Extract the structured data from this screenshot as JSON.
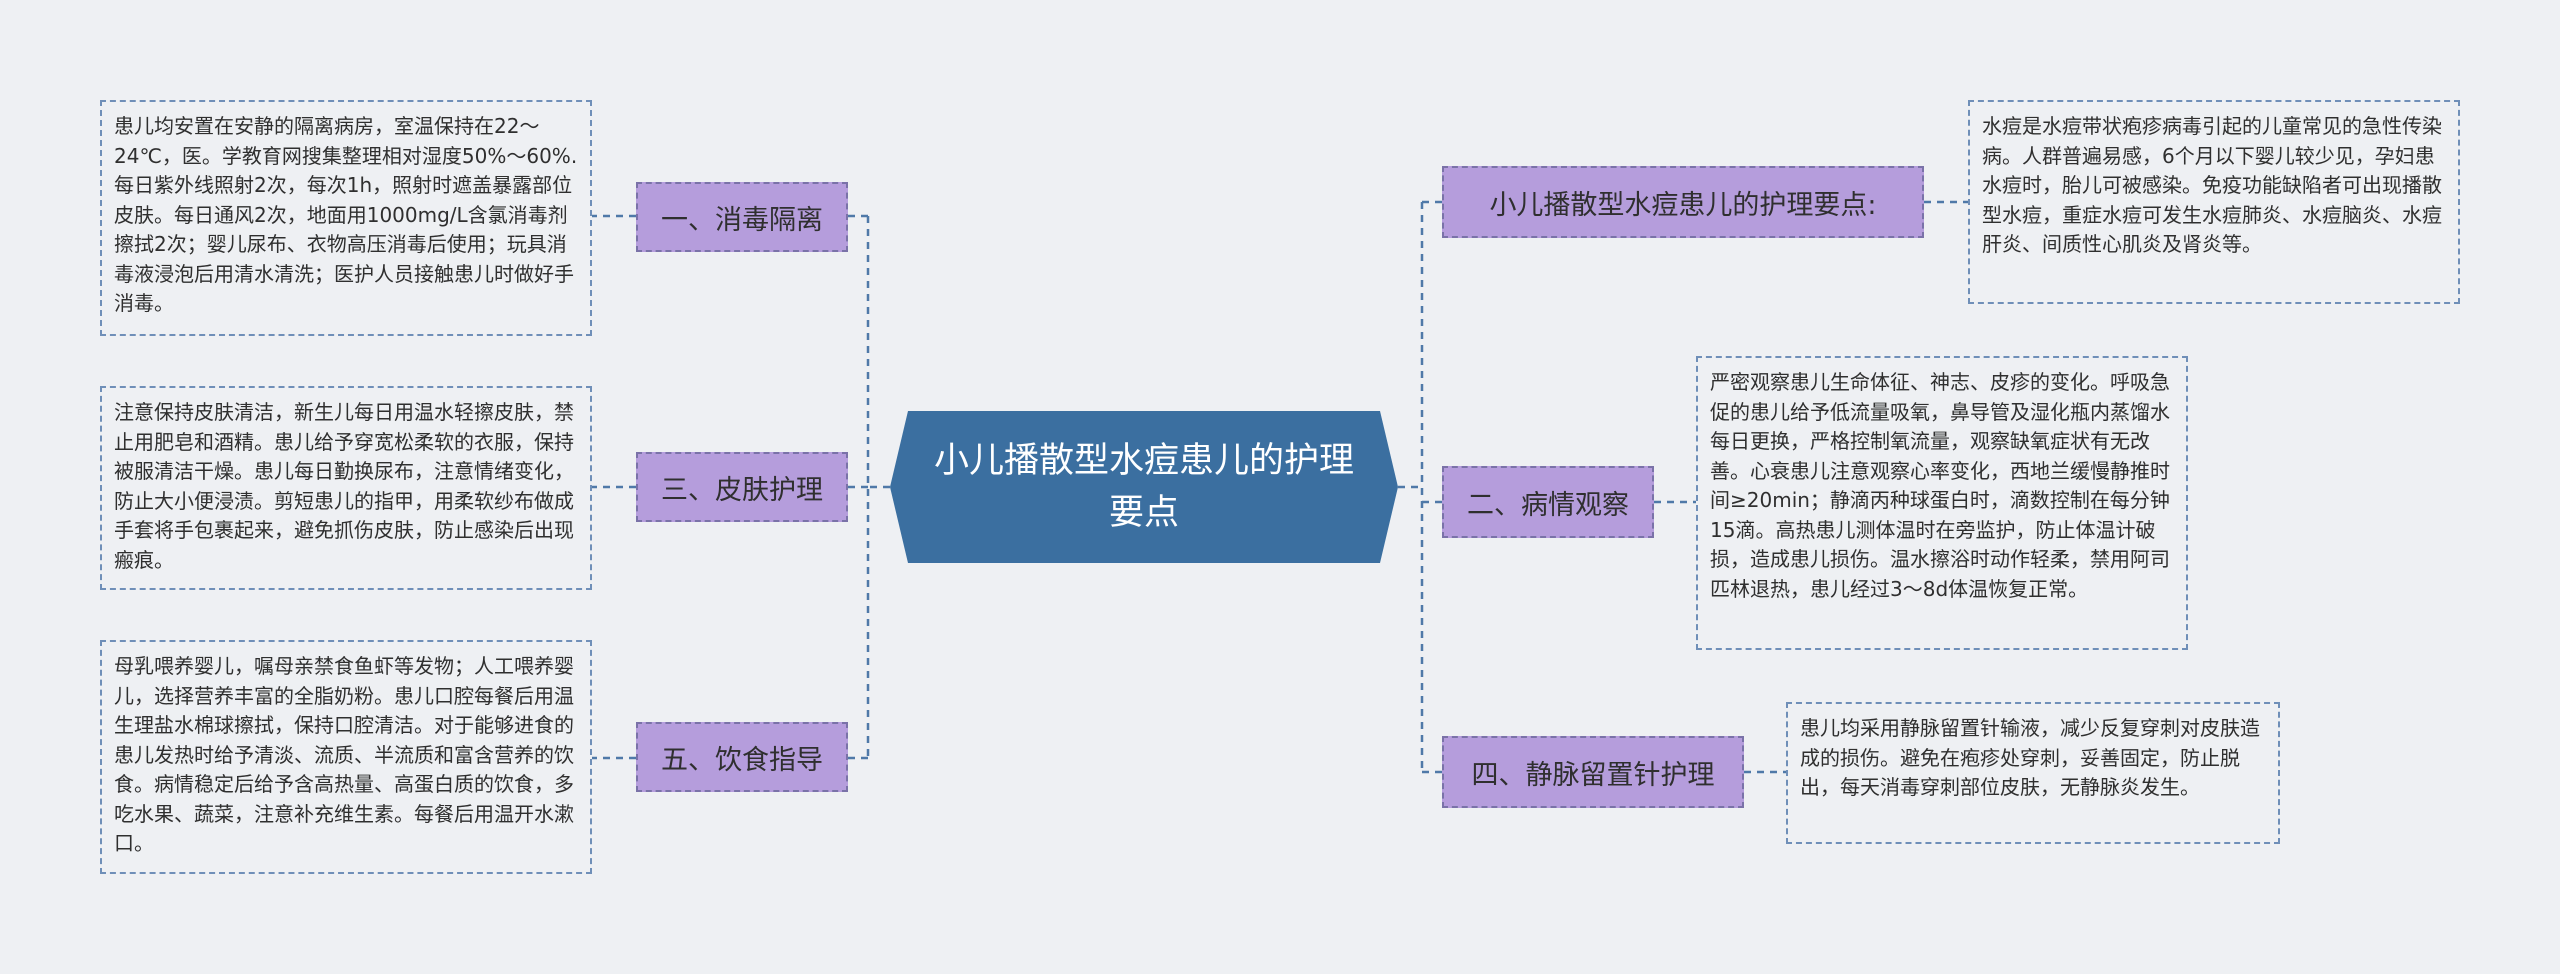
{
  "center": {
    "title": "小儿播散型水痘患儿的护理要点"
  },
  "left_branches": [
    {
      "label": "一、消毒隔离",
      "note": "患儿均安置在安静的隔离病房，室温保持在22～24℃，医。学教育网搜集整理相对湿度50%～60%.每日紫外线照射2次，每次1h，照射时遮盖暴露部位皮肤。每日通风2次，地面用1000mg/L含氯消毒剂擦拭2次；婴儿尿布、衣物高压消毒后使用；玩具消毒液浸泡后用清水清洗；医护人员接触患儿时做好手消毒。"
    },
    {
      "label": "三、皮肤护理",
      "note": "注意保持皮肤清洁，新生儿每日用温水轻擦皮肤，禁止用肥皂和酒精。患儿给予穿宽松柔软的衣服，保持被服清洁干燥。患儿每日勤换尿布，注意情绪变化，防止大小便浸渍。剪短患儿的指甲，用柔软纱布做成手套将手包裹起来，避免抓伤皮肤，防止感染后出现瘢痕。"
    },
    {
      "label": "五、饮食指导",
      "note": "母乳喂养婴儿，嘱母亲禁食鱼虾等发物；人工喂养婴儿，选择营养丰富的全脂奶粉。患儿口腔每餐后用温生理盐水棉球擦拭，保持口腔清洁。对于能够进食的患儿发热时给予清淡、流质、半流质和富含营养的饮食。病情稳定后给予含高热量、高蛋白质的饮食，多吃水果、蔬菜，注意补充维生素。每餐后用温开水漱口。"
    }
  ],
  "right_branches": [
    {
      "label": "小儿播散型水痘患儿的护理要点:",
      "note": "水痘是水痘带状疱疹病毒引起的儿童常见的急性传染病。人群普遍易感，6个月以下婴儿较少见，孕妇患水痘时，胎儿可被感染。免疫功能缺陷者可出现播散型水痘，重症水痘可发生水痘肺炎、水痘脑炎、水痘肝炎、间质性心肌炎及肾炎等。"
    },
    {
      "label": "二、病情观察",
      "note": "严密观察患儿生命体征、神志、皮疹的变化。呼吸急促的患儿给予低流量吸氧，鼻导管及湿化瓶内蒸馏水每日更换，严格控制氧流量，观察缺氧症状有无改善。心衰患儿注意观察心率变化，西地兰缓慢静推时间≥20min；静滴丙种球蛋白时，滴数控制在每分钟15滴。高热患儿测体温时在旁监护，防止体温计破损，造成患儿损伤。温水擦浴时动作轻柔，禁用阿司匹林退热，患儿经过3～8d体温恢复正常。"
    },
    {
      "label": "四、静脉留置针护理",
      "note": "患儿均采用静脉留置针输液，减少反复穿刺对皮肤造成的损伤。避免在疱疹处穿刺，妥善固定，防止脱出，每天消毒穿刺部位皮肤，无静脉炎发生。"
    }
  ],
  "colors": {
    "background": "#eef0f3",
    "center_fill": "#3b6fa0",
    "branch_fill": "#b59ddc",
    "branch_border": "#7a72a8",
    "connector": "#4f79a8",
    "note_border": "#6f8fb8"
  }
}
